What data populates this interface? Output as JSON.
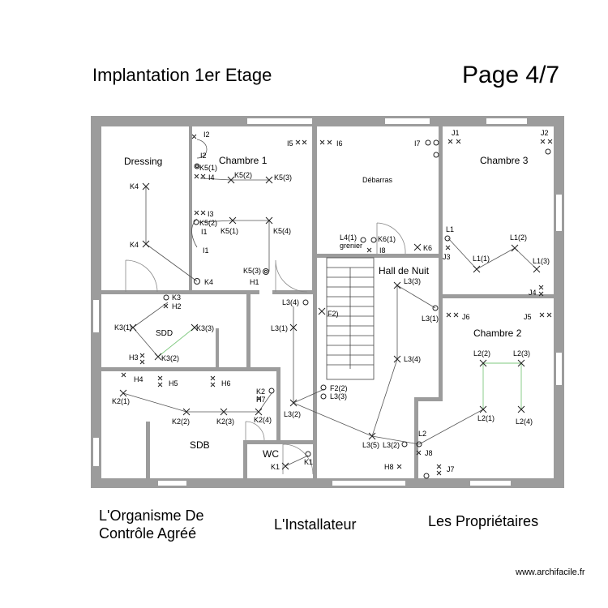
{
  "header": {
    "title": "Implantation 1er Etage",
    "page": "Page 4/7"
  },
  "rooms": {
    "dressing": "Dressing",
    "chambre1": "Chambre 1",
    "debarras": "Débarras",
    "chambre3": "Chambre 3",
    "hall": "Hall de Nuit",
    "chambre2": "Chambre 2",
    "sdd": "SDD",
    "sdb": "SDB",
    "wc": "WC",
    "grenier": "grenier"
  },
  "labels": {
    "I2a": "I2",
    "I2b": "I2",
    "K51": "K5(1)",
    "I4": "I4",
    "K52a": "K5(2)",
    "K53a": "K5(3)",
    "I3": "I3",
    "K52b": "K5(2)",
    "I1a": "I1",
    "K51b": "K5(1)",
    "K54": "K5(4)",
    "I1b": "I1",
    "K4a": "K4",
    "K4b": "K4",
    "K4c": "K4",
    "K53b": "K5(3)",
    "H1": "H1",
    "I5": "I5",
    "I6": "I6",
    "I7": "I7",
    "J1": "J1",
    "J2": "J2",
    "L41": "L4(1)",
    "K61": "K6(1)",
    "I8": "I8",
    "K6": "K6",
    "L1": "L1",
    "J3": "J3",
    "L11": "L1(1)",
    "L12": "L1(2)",
    "L13": "L1(3)",
    "J4": "J4",
    "L33": "L3(3)",
    "L34": "L3(4)",
    "F2": "F2)",
    "L31": "L3(1)",
    "L31b": "L3(1)",
    "J6": "J6",
    "J5": "J5",
    "K3": "K3",
    "H2": "H2",
    "K31": "K3(1)",
    "K33": "K3(3)",
    "H3": "H3",
    "K32": "K3(2)",
    "H4": "H4",
    "H5": "H5",
    "H6": "H6",
    "K21": "K2(1)",
    "K22": "K2(2)",
    "K23": "K2(3)",
    "K2": "K2",
    "H7": "H7",
    "K24": "K2(4)",
    "L32": "L3(2)",
    "F22": "F2(2)",
    "L33b": "L3(3)",
    "L34b": "L3(4)",
    "L22": "L2(2)",
    "L23": "L2(3)",
    "L21": "L2(1)",
    "L24": "L2(4)",
    "L2": "L2",
    "L35": "L3(5)",
    "L32b": "L3(2)",
    "J8": "J8",
    "H8": "H8",
    "J7": "J7",
    "K1a": "K1",
    "K1b": "K1"
  },
  "signatures": {
    "organisme": "L'Organisme De Contrôle Agréé",
    "installateur": "L'Installateur",
    "proprietaires": "Les Propriétaires"
  },
  "footer": {
    "site": "www.archifacile.fr"
  }
}
